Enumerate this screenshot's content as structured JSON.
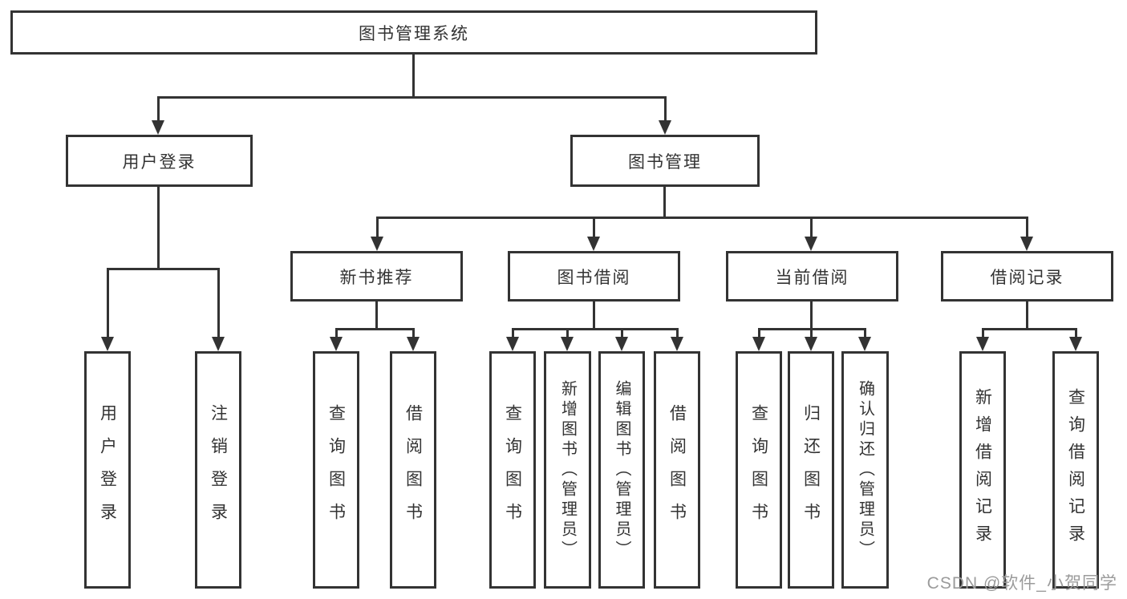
{
  "tree": {
    "label": "图书管理系统",
    "children": [
      {
        "label": "用户登录",
        "children": [
          {
            "label": "用户登录"
          },
          {
            "label": "注销登录"
          }
        ]
      },
      {
        "label": "图书管理",
        "children": [
          {
            "label": "新书推荐",
            "children": [
              {
                "label": "查询图书"
              },
              {
                "label": "借阅图书"
              }
            ]
          },
          {
            "label": "图书借阅",
            "children": [
              {
                "label": "查询图书"
              },
              {
                "label": "新增图书（管理员）"
              },
              {
                "label": "编辑图书（管理员）"
              },
              {
                "label": "借阅图书"
              }
            ]
          },
          {
            "label": "当前借阅",
            "children": [
              {
                "label": "查询图书"
              },
              {
                "label": "归还图书"
              },
              {
                "label": "确认归还（管理员）"
              }
            ]
          },
          {
            "label": "借阅记录",
            "children": [
              {
                "label": "新增借阅记录"
              },
              {
                "label": "查询借阅记录"
              }
            ]
          }
        ]
      }
    ]
  },
  "watermark": {
    "text": "CSDN @软件_小贺同学"
  },
  "colors": {
    "line": "#333333",
    "background": "#ffffff",
    "watermark": "#9b9b9b"
  }
}
